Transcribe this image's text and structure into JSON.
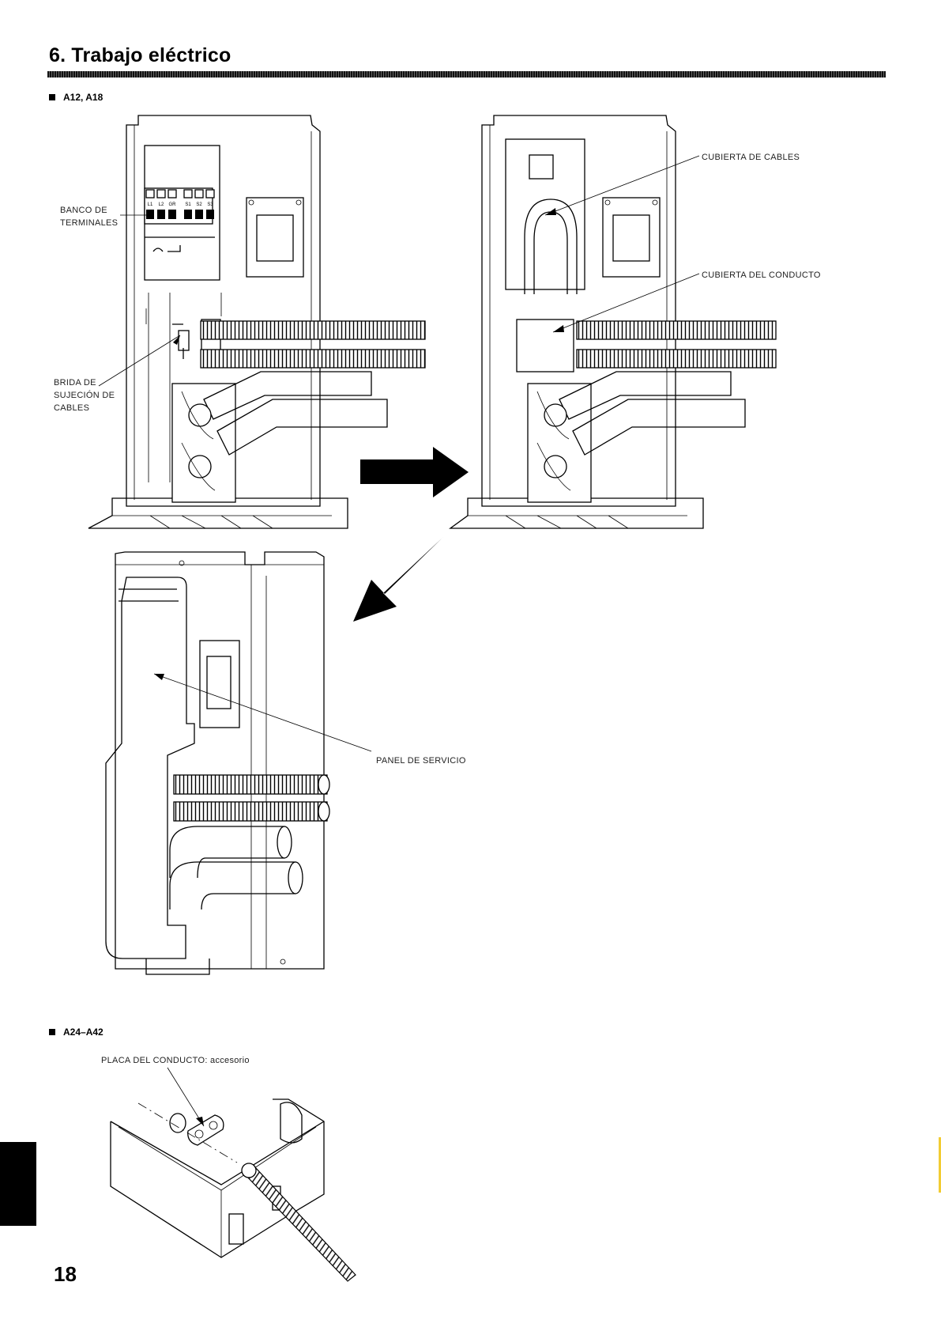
{
  "page": {
    "title": "6. Trabajo eléctrico",
    "page_number": "18"
  },
  "sections": [
    {
      "label": "A12, A18"
    },
    {
      "label": "A24–A42"
    }
  ],
  "callouts": {
    "terminal_bank": "BANCO DE\nTERMINALES",
    "cable_clamp": "BRIDA DE\nSUJECIÓN DE\nCABLES",
    "cable_cover": "CUBIERTA DE CABLES",
    "conduit_cover": "CUBIERTA DEL CONDUCTO",
    "service_panel": "PANEL DE SERVICIO",
    "conduit_plate": "PLACA DEL CONDUCTO: accesorio"
  },
  "terminal_labels": [
    "L1",
    "L2",
    "GR",
    "S1",
    "S2",
    "S3"
  ],
  "accent_colors": {
    "edge_mark": "#f2cc33"
  }
}
